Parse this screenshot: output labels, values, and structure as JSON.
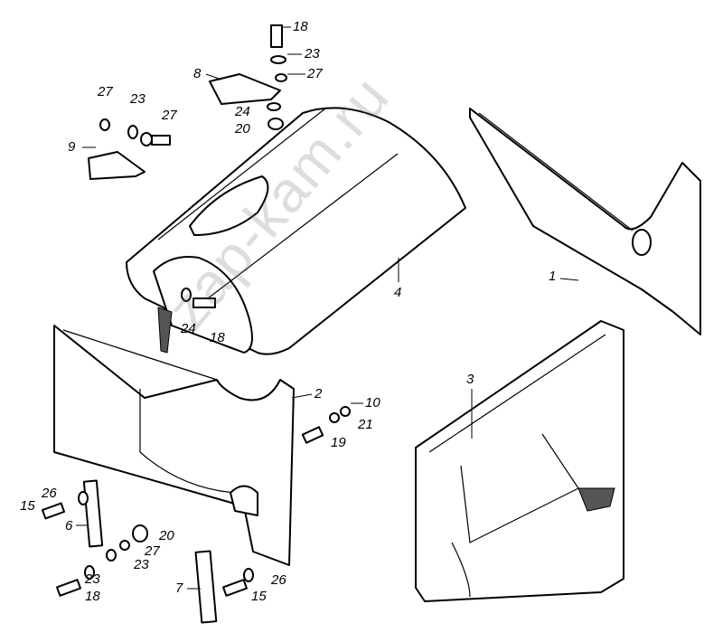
{
  "diagram": {
    "watermark": "zap-kam.ru",
    "callouts": [
      "18",
      "23",
      "27",
      "8",
      "27",
      "23",
      "27",
      "24",
      "20",
      "9",
      "1",
      "4",
      "24",
      "18",
      "2",
      "10",
      "21",
      "19",
      "3",
      "26",
      "15",
      "6",
      "20",
      "27",
      "23",
      "23",
      "18",
      "7",
      "15",
      "26"
    ]
  }
}
